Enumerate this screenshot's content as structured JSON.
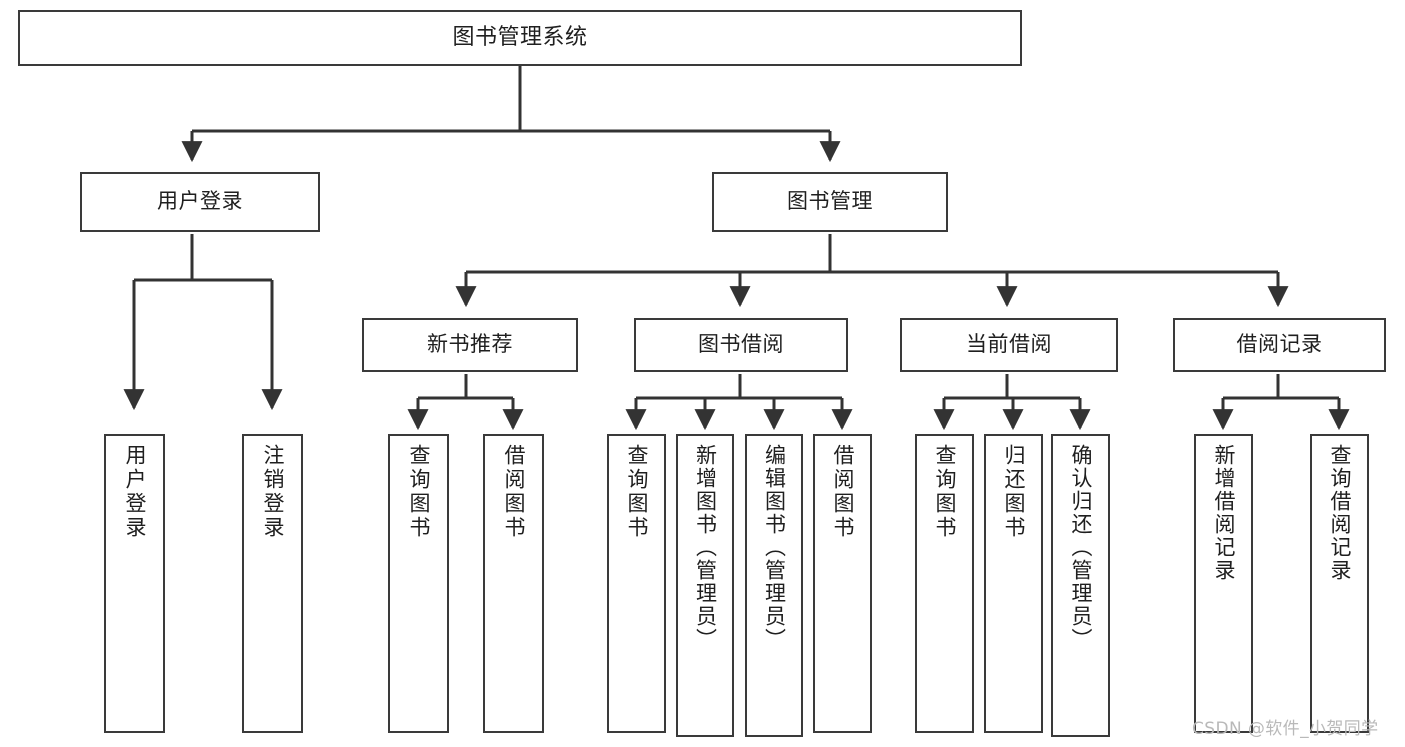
{
  "diagram": {
    "type": "tree",
    "title": "图书管理系统",
    "root": {
      "id": "root",
      "label": "图书管理系统"
    },
    "level2": [
      {
        "id": "user-login",
        "label": "用户登录"
      },
      {
        "id": "book-manage",
        "label": "图书管理"
      }
    ],
    "level3": [
      {
        "id": "new-book-rec",
        "label": "新书推荐"
      },
      {
        "id": "book-borrow",
        "label": "图书借阅"
      },
      {
        "id": "current-borrow",
        "label": "当前借阅"
      },
      {
        "id": "borrow-record",
        "label": "借阅记录"
      }
    ],
    "leaves": [
      {
        "id": "leaf-user-login",
        "label": "用户登录",
        "parent": "user-login"
      },
      {
        "id": "leaf-logout",
        "label": "注销登录",
        "parent": "user-login"
      },
      {
        "id": "leaf-query-book-1",
        "label": "查询图书",
        "parent": "new-book-rec"
      },
      {
        "id": "leaf-borrow-book-1",
        "label": "借阅图书",
        "parent": "new-book-rec"
      },
      {
        "id": "leaf-query-book-2",
        "label": "查询图书",
        "parent": "book-borrow"
      },
      {
        "id": "leaf-add-book",
        "label": "新增图书（管理员）",
        "parent": "book-borrow"
      },
      {
        "id": "leaf-edit-book",
        "label": "编辑图书（管理员）",
        "parent": "book-borrow"
      },
      {
        "id": "leaf-borrow-book-2",
        "label": "借阅图书",
        "parent": "book-borrow"
      },
      {
        "id": "leaf-query-book-3",
        "label": "查询图书",
        "parent": "current-borrow"
      },
      {
        "id": "leaf-return-book",
        "label": "归还图书",
        "parent": "current-borrow"
      },
      {
        "id": "leaf-confirm-return",
        "label": "确认归还（管理员）",
        "parent": "current-borrow"
      },
      {
        "id": "leaf-add-record",
        "label": "新增借阅记录",
        "parent": "borrow-record"
      },
      {
        "id": "leaf-query-record",
        "label": "查询借阅记录",
        "parent": "borrow-record"
      }
    ],
    "colors": {
      "box_border": "#3a3a3a",
      "box_fill": "#ffffff",
      "edge": "#333333",
      "text": "#1f1f1f",
      "watermark": "#b9b9b9"
    }
  },
  "watermark": {
    "text": "CSDN @软件_小贺同学"
  }
}
